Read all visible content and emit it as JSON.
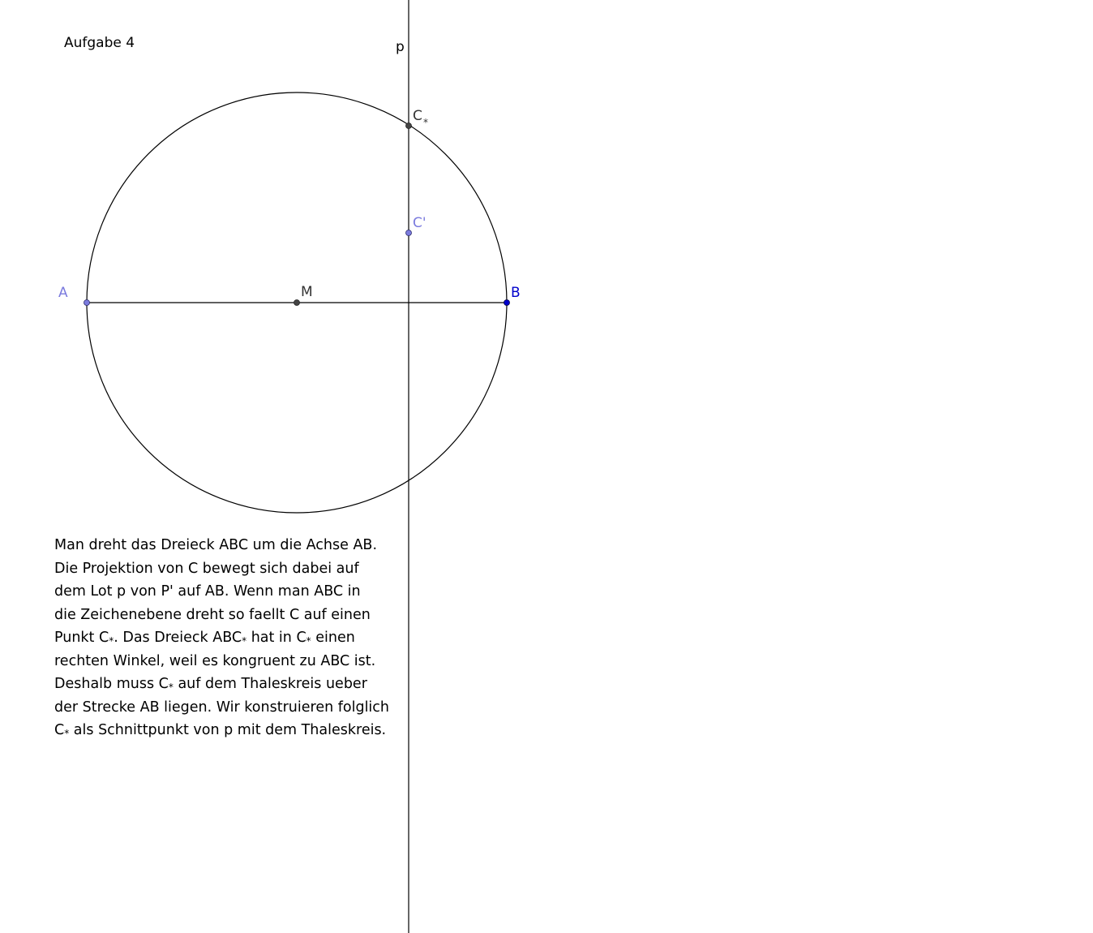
{
  "title": "Aufgabe 4",
  "colors": {
    "stroke": "#000000",
    "point_dark": "#444444",
    "point_light": "#7b7bde",
    "point_blue": "#0000cc",
    "label_dark": "#333333",
    "label_light": "#7b7bde",
    "label_blue": "#0000cc"
  },
  "labels": {
    "line_p": "p",
    "point_A": "A",
    "point_B": "B",
    "point_M": "M",
    "point_C_prime": "C'",
    "point_C_star": "C",
    "star_subscript": "*"
  },
  "explanation": {
    "line1": "Man dreht das Dreieck ABC um die Achse AB.",
    "line2": "Die Projektion von C bewegt sich dabei auf",
    "line3": "dem Lot p von P' auf AB. Wenn man ABC in",
    "line4": "die Zeichenebene dreht so faellt C auf einen",
    "line5_a": "Punkt C",
    "line5_b": ". Das Dreieck ABC",
    "line5_c": " hat in C",
    "line5_d": " einen",
    "line6": "rechten Winkel, weil es kongruent zu ABC ist.",
    "line7_a": "Deshalb muss C",
    "line7_b": " auf dem Thaleskreis ueber",
    "line8": "der Strecke AB liegen. Wir konstruieren folglich",
    "line9_a": "C",
    "line9_b": " als Schnittpunkt von p mit dem Thaleskreis.",
    "subscript": "*"
  }
}
